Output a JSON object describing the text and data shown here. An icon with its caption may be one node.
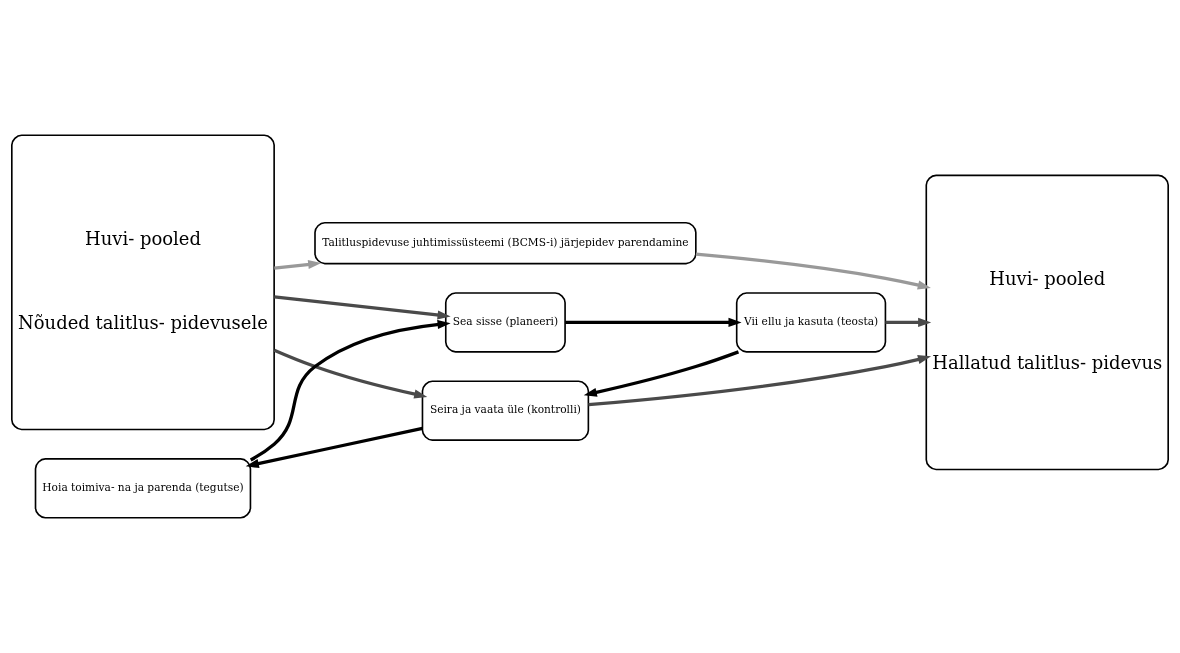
{
  "diagram": {
    "nodes": [
      {
        "text": [
          "Huvi- pooled",
          "Nõuded talitlus- pidevusele"
        ]
      },
      {
        "text": [
          "Talitluspidevuse juhtimissüsteemi (BCMS-i) järjepidev parendamine"
        ]
      },
      {
        "text": [
          "Sea sisse (planeeri)"
        ]
      },
      {
        "text": [
          "Vii ellu ja kasuta (teosta)"
        ]
      },
      {
        "text": [
          "Seira ja vaata üle (kontrolli)"
        ]
      },
      {
        "text": [
          "Hoia toimiva- na ja parenda (tegutse)"
        ]
      },
      {
        "text": [
          "Huvi- pooled",
          "Hallatud talitlus- pidevus"
        ]
      }
    ],
    "edges": [
      {
        "from": 0,
        "to": 1,
        "arrow": "to",
        "color": "#999999"
      },
      {
        "from": 1,
        "to": 6,
        "arrow": "to",
        "color": "#999999"
      },
      {
        "from": 0,
        "to": 2,
        "arrow": "to",
        "color": "#4a4a4a"
      },
      {
        "from": 0,
        "to": 4,
        "arrow": "to",
        "color": "#4a4a4a"
      },
      {
        "from": 2,
        "to": 3,
        "arrow": "to"
      },
      {
        "from": 3,
        "to": 4,
        "arrow": "to"
      },
      {
        "from": 4,
        "to": 5,
        "arrow": "to"
      },
      {
        "from": 5,
        "to": 2,
        "arrow": "to"
      },
      {
        "from": 3,
        "to": 6,
        "arrow": "to",
        "color": "#4a4a4a"
      },
      {
        "from": 4,
        "to": 6,
        "arrow": "to",
        "color": "#4a4a4a"
      }
    ]
  }
}
